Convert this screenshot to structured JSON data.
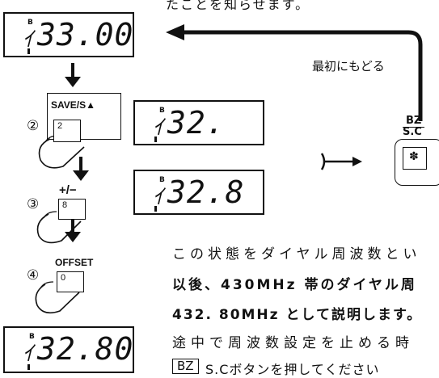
{
  "top_text": "たことを知らせます。",
  "loop_label": "最初にもどる",
  "displays": [
    {
      "prefix": "ｲ",
      "digits": "33.00",
      "b": "B"
    },
    {
      "prefix": "ｲ",
      "digits": "32.",
      "b": "B"
    },
    {
      "prefix": "ｲ",
      "digits": "32.8",
      "b": "B"
    },
    {
      "prefix": "ｲ",
      "digits": "32.80",
      "b": "B"
    }
  ],
  "steps": [
    {
      "number": "②",
      "key_label": "SAVE/S▲",
      "key_value": "2"
    },
    {
      "number": "③",
      "key_label": "+/−",
      "key_value": "8"
    },
    {
      "number": "④",
      "key_label": "OFFSET",
      "key_value": "0"
    }
  ],
  "bz_button": {
    "top": "BZ",
    "bottom": "S.C",
    "glyph": "✽"
  },
  "body_lines": [
    "この状態をダイヤル周波数とい",
    "以後、430MHz 帯のダイヤル周",
    "432. 80MHz として説明します。",
    "途中で周波数設定を止める時",
    "S.Cボタンを押してください"
  ],
  "inline_bz": "BZ"
}
